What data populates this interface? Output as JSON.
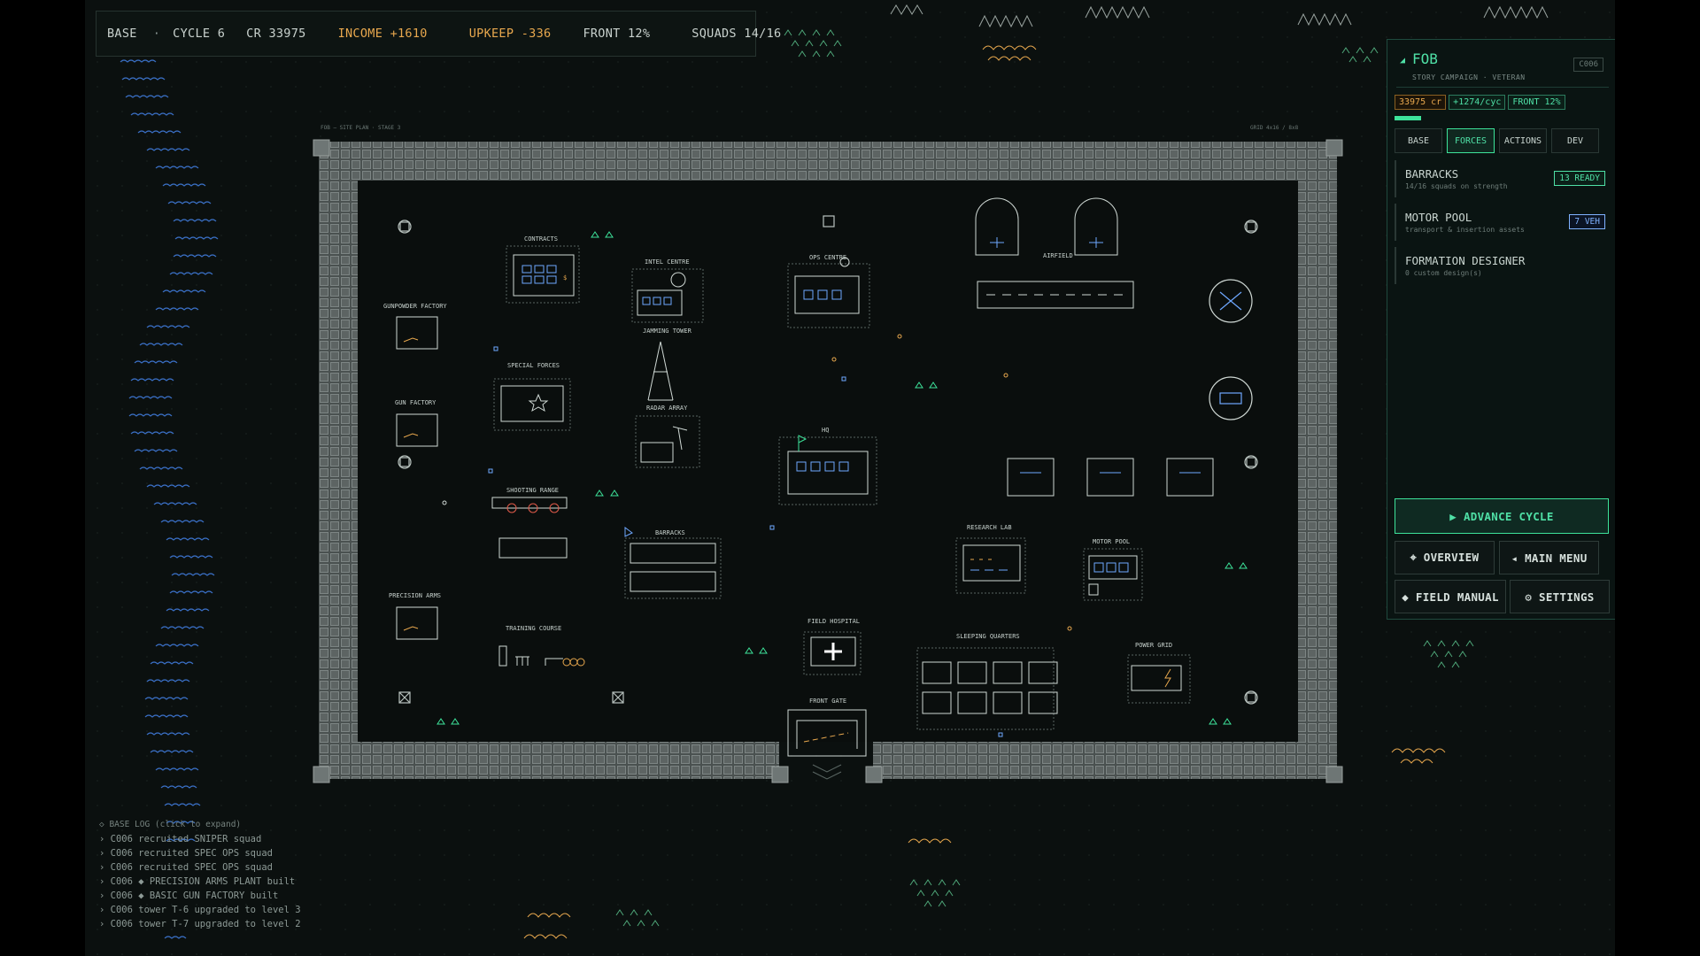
{
  "topbar": {
    "base": "BASE",
    "dot": "·",
    "cycle": "CYCLE 6",
    "credits": "CR 33975",
    "income": "INCOME +1610",
    "upkeep": "UPKEEP -336",
    "front": "FRONT 12%",
    "squads": "SQUADS 14/16"
  },
  "map": {
    "plan_label": "FOB — SITE PLAN · STAGE 3",
    "plan_code": "GRID 4x16 / 8x8",
    "buildings": [
      {
        "id": "contracts",
        "label": "CONTRACTS"
      },
      {
        "id": "intel",
        "label": "INTEL CENTRE"
      },
      {
        "id": "ops",
        "label": "OPS CENTRE"
      },
      {
        "id": "airfield",
        "label": "AIRFIELD"
      },
      {
        "id": "gunpowder",
        "label": "GUNPOWDER FACTORY"
      },
      {
        "id": "jamming",
        "label": "JAMMING TOWER"
      },
      {
        "id": "specforces",
        "label": "SPECIAL FORCES"
      },
      {
        "id": "radar",
        "label": "RADAR ARRAY"
      },
      {
        "id": "gunfactory",
        "label": "GUN FACTORY"
      },
      {
        "id": "hq",
        "label": "HQ"
      },
      {
        "id": "shooting",
        "label": "SHOOTING RANGE"
      },
      {
        "id": "barracks",
        "label": "BARRACKS"
      },
      {
        "id": "research",
        "label": "RESEARCH LAB"
      },
      {
        "id": "motorpool",
        "label": "MOTOR POOL"
      },
      {
        "id": "precision",
        "label": "PRECISION ARMS"
      },
      {
        "id": "training",
        "label": "TRAINING COURSE"
      },
      {
        "id": "hospital",
        "label": "FIELD HOSPITAL"
      },
      {
        "id": "sleeping",
        "label": "SLEEPING QUARTERS"
      },
      {
        "id": "power",
        "label": "POWER GRID"
      },
      {
        "id": "gate",
        "label": "FRONT GATE"
      }
    ]
  },
  "panel": {
    "title": "FOB",
    "subtitle": "STORY CAMPAIGN · VETERAN",
    "code": "C006",
    "badges": {
      "credits": "33975 cr",
      "income": "+1274/cyc",
      "front": "FRONT 12%"
    },
    "tabs": [
      "BASE",
      "FORCES",
      "ACTIONS",
      "DEV"
    ],
    "active_tab": "FORCES",
    "items": [
      {
        "name": "BARRACKS",
        "desc": "14/16 squads on strength",
        "tag": "13 READY"
      },
      {
        "name": "MOTOR POOL",
        "desc": "transport & insertion assets",
        "tag": "7 VEH"
      },
      {
        "name": "FORMATION DESIGNER",
        "desc": "0 custom design(s)",
        "tag": ""
      }
    ],
    "buttons": {
      "advance": "▶  ADVANCE CYCLE",
      "overview": "⌖ OVERVIEW",
      "main_menu": "◂ MAIN MENU",
      "field_manual": "◆ FIELD MANUAL",
      "settings": "⚙ SETTINGS"
    }
  },
  "baselog": {
    "header": "◇ BASE LOG   (click to expand)",
    "entries": [
      "› C006  recruited SNIPER squad",
      "› C006  recruited SPEC OPS squad",
      "› C006  recruited SPEC OPS squad",
      "› C006  ◆ PRECISION ARMS PLANT built",
      "› C006  ◆ BASIC GUN FACTORY built",
      "› C006  tower T-6 upgraded to level 3",
      "› C006  tower T-7 upgraded to level 2"
    ]
  },
  "colors": {
    "accent": "#3de39a",
    "warning": "#e8a84e",
    "vehicle": "#7fb2ff",
    "bg": "#0b100f"
  }
}
